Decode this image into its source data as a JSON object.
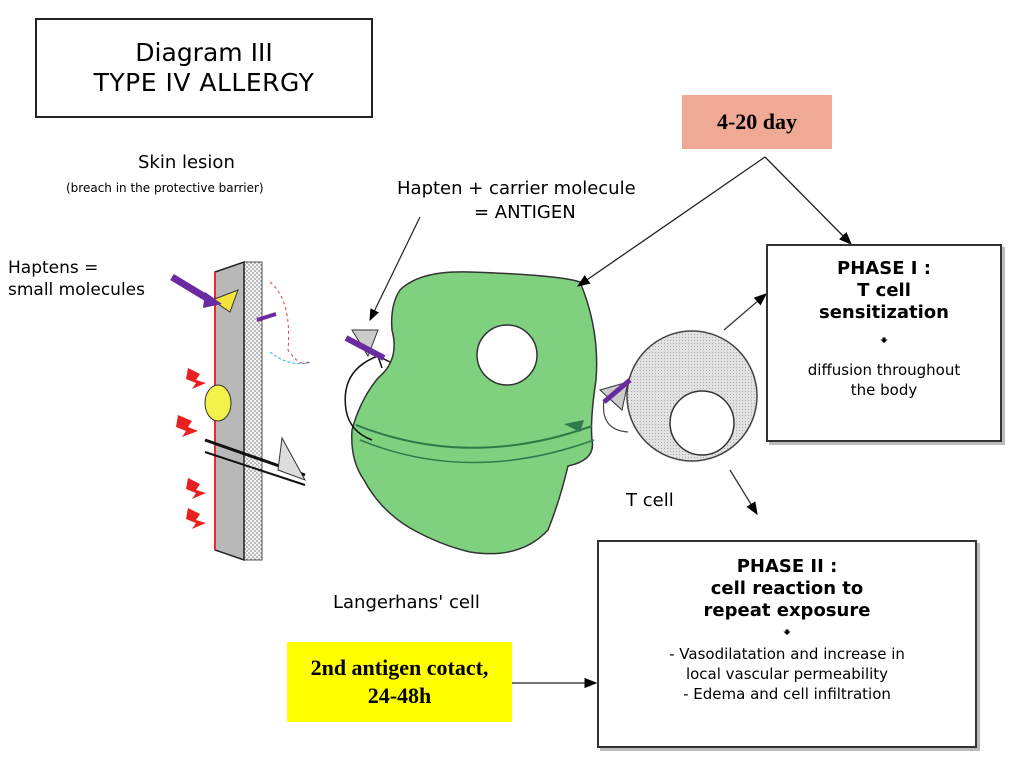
{
  "title": {
    "line1": "Diagram III",
    "line2": "TYPE IV ALLERGY"
  },
  "labels": {
    "skin_lesion": "Skin lesion",
    "skin_lesion_sub": "(breach in the protective barrier)",
    "haptens_line1": "Haptens =",
    "haptens_line2": "small molecules",
    "antigen_line1": "Hapten + carrier molecule",
    "antigen_line2": "= ANTIGEN",
    "t_cell": "T cell",
    "langerhans": "Langerhans' cell"
  },
  "timing": {
    "day_tag": "4-20 day",
    "second_contact_line1": "2nd antigen cotact,",
    "second_contact_line2": "24-48h"
  },
  "phase1": {
    "heading_line1": "PHASE I :",
    "heading_line2": "T cell",
    "heading_line3": "sensitization",
    "arrow": "🠻",
    "body_line1": "diffusion throughout",
    "body_line2": "the body"
  },
  "phase2": {
    "heading_line1": "PHASE II :",
    "heading_line2": "cell reaction to",
    "heading_line3": "repeat exposure",
    "arrow": "🠻",
    "body_line1": "- Vasodilatation and increase in",
    "body_line2": "local vascular permeability",
    "body_line3": "- Edema and cell infiltration"
  },
  "colors": {
    "day_tag_bg": "#f0a994",
    "second_contact_bg": "#ffff00",
    "langerhans_fill": "#7fd07f",
    "t_cell_fill": "#d8d8d8",
    "skin_fill": "#b8b8b8"
  }
}
